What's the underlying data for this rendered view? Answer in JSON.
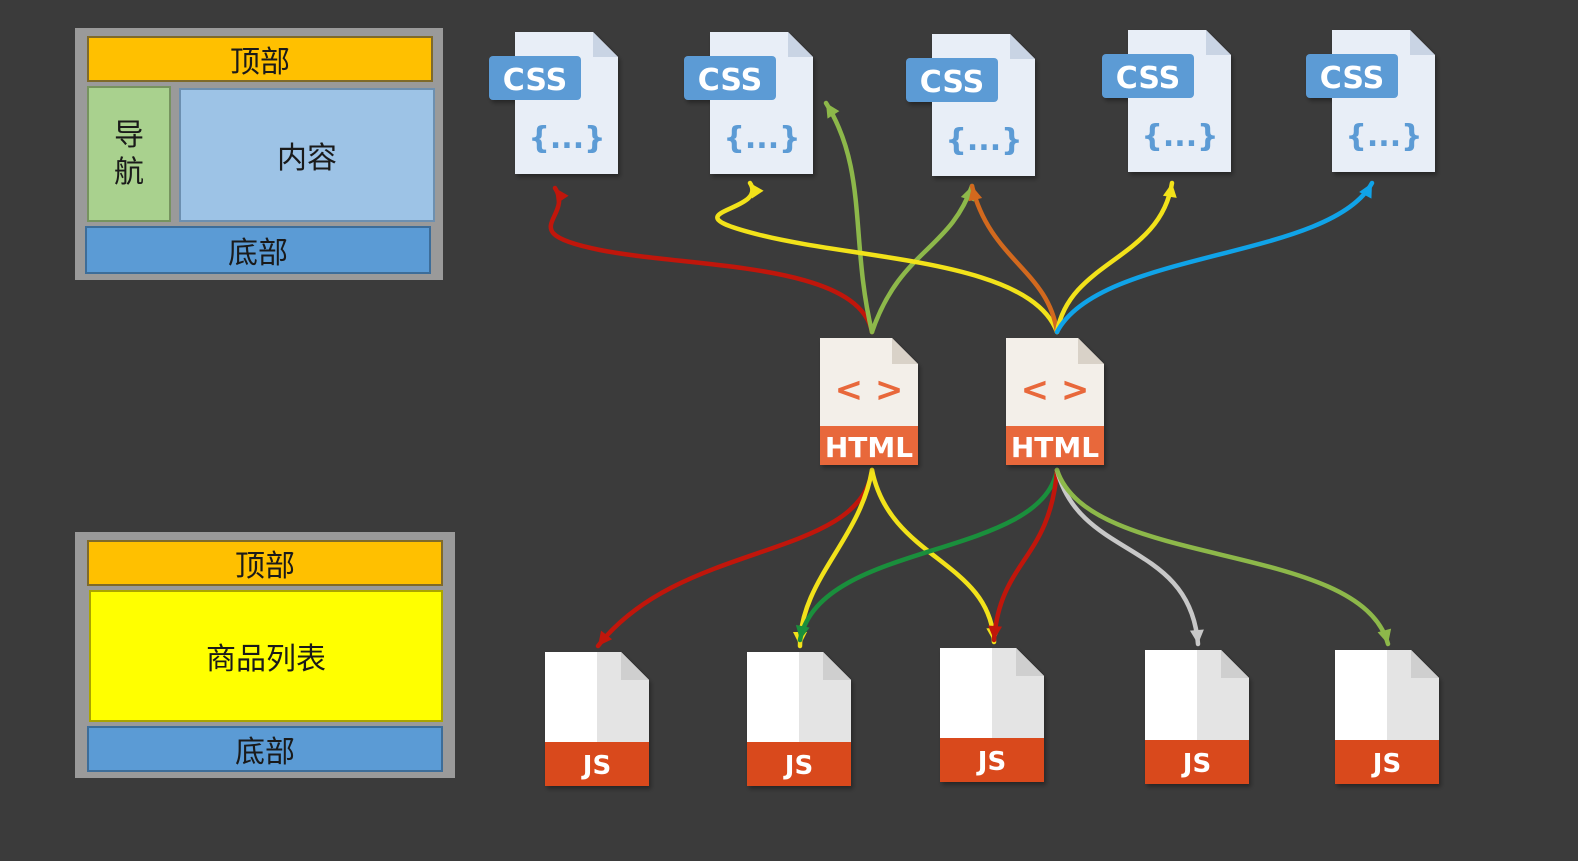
{
  "layout_top": {
    "header": "顶部",
    "nav": "导\n航",
    "content": "内容",
    "footer": "底部"
  },
  "layout_bottom": {
    "header": "顶部",
    "list": "商品列表",
    "footer": "底部"
  },
  "css_files": [
    {
      "label": "CSS",
      "glyph": "{...}"
    },
    {
      "label": "CSS",
      "glyph": "{...}"
    },
    {
      "label": "CSS",
      "glyph": "{...}"
    },
    {
      "label": "CSS",
      "glyph": "{...}"
    },
    {
      "label": "CSS",
      "glyph": "{...}"
    }
  ],
  "html_files": [
    {
      "label": "HTML",
      "glyph": "< >"
    },
    {
      "label": "HTML",
      "glyph": "< >"
    }
  ],
  "js_files": [
    {
      "label": "JS"
    },
    {
      "label": "JS"
    },
    {
      "label": "JS"
    },
    {
      "label": "JS"
    },
    {
      "label": "JS"
    }
  ],
  "colors": {
    "background": "#3b3b3b",
    "css_badge": "#5b9bd5",
    "css_doc": "#e8eef7",
    "html_badge": "#e8673a",
    "js_badge": "#d9491a",
    "red": "#c0160b",
    "yellow": "#f2e21a",
    "olive_green": "#8db84a",
    "orange": "#d2691e",
    "blue": "#10a3e8",
    "dark_green": "#1a8f3c",
    "gray": "#c8c8c8"
  },
  "connections": [
    {
      "from": "html-1",
      "to": "css-1",
      "color": "red"
    },
    {
      "from": "html-1",
      "to": "css-2",
      "color": "olive_green"
    },
    {
      "from": "html-1",
      "to": "css-3",
      "color": "olive_green"
    },
    {
      "from": "html-2",
      "to": "css-2",
      "color": "yellow"
    },
    {
      "from": "html-2",
      "to": "css-3",
      "color": "orange"
    },
    {
      "from": "html-2",
      "to": "css-4",
      "color": "yellow"
    },
    {
      "from": "html-2",
      "to": "css-5",
      "color": "blue"
    },
    {
      "from": "html-1",
      "to": "js-1",
      "color": "red"
    },
    {
      "from": "html-1",
      "to": "js-2",
      "color": "yellow"
    },
    {
      "from": "html-1",
      "to": "js-3",
      "color": "yellow"
    },
    {
      "from": "html-2",
      "to": "js-2",
      "color": "dark_green"
    },
    {
      "from": "html-2",
      "to": "js-3",
      "color": "red"
    },
    {
      "from": "html-2",
      "to": "js-4",
      "color": "gray"
    },
    {
      "from": "html-2",
      "to": "js-5",
      "color": "olive_green"
    }
  ]
}
